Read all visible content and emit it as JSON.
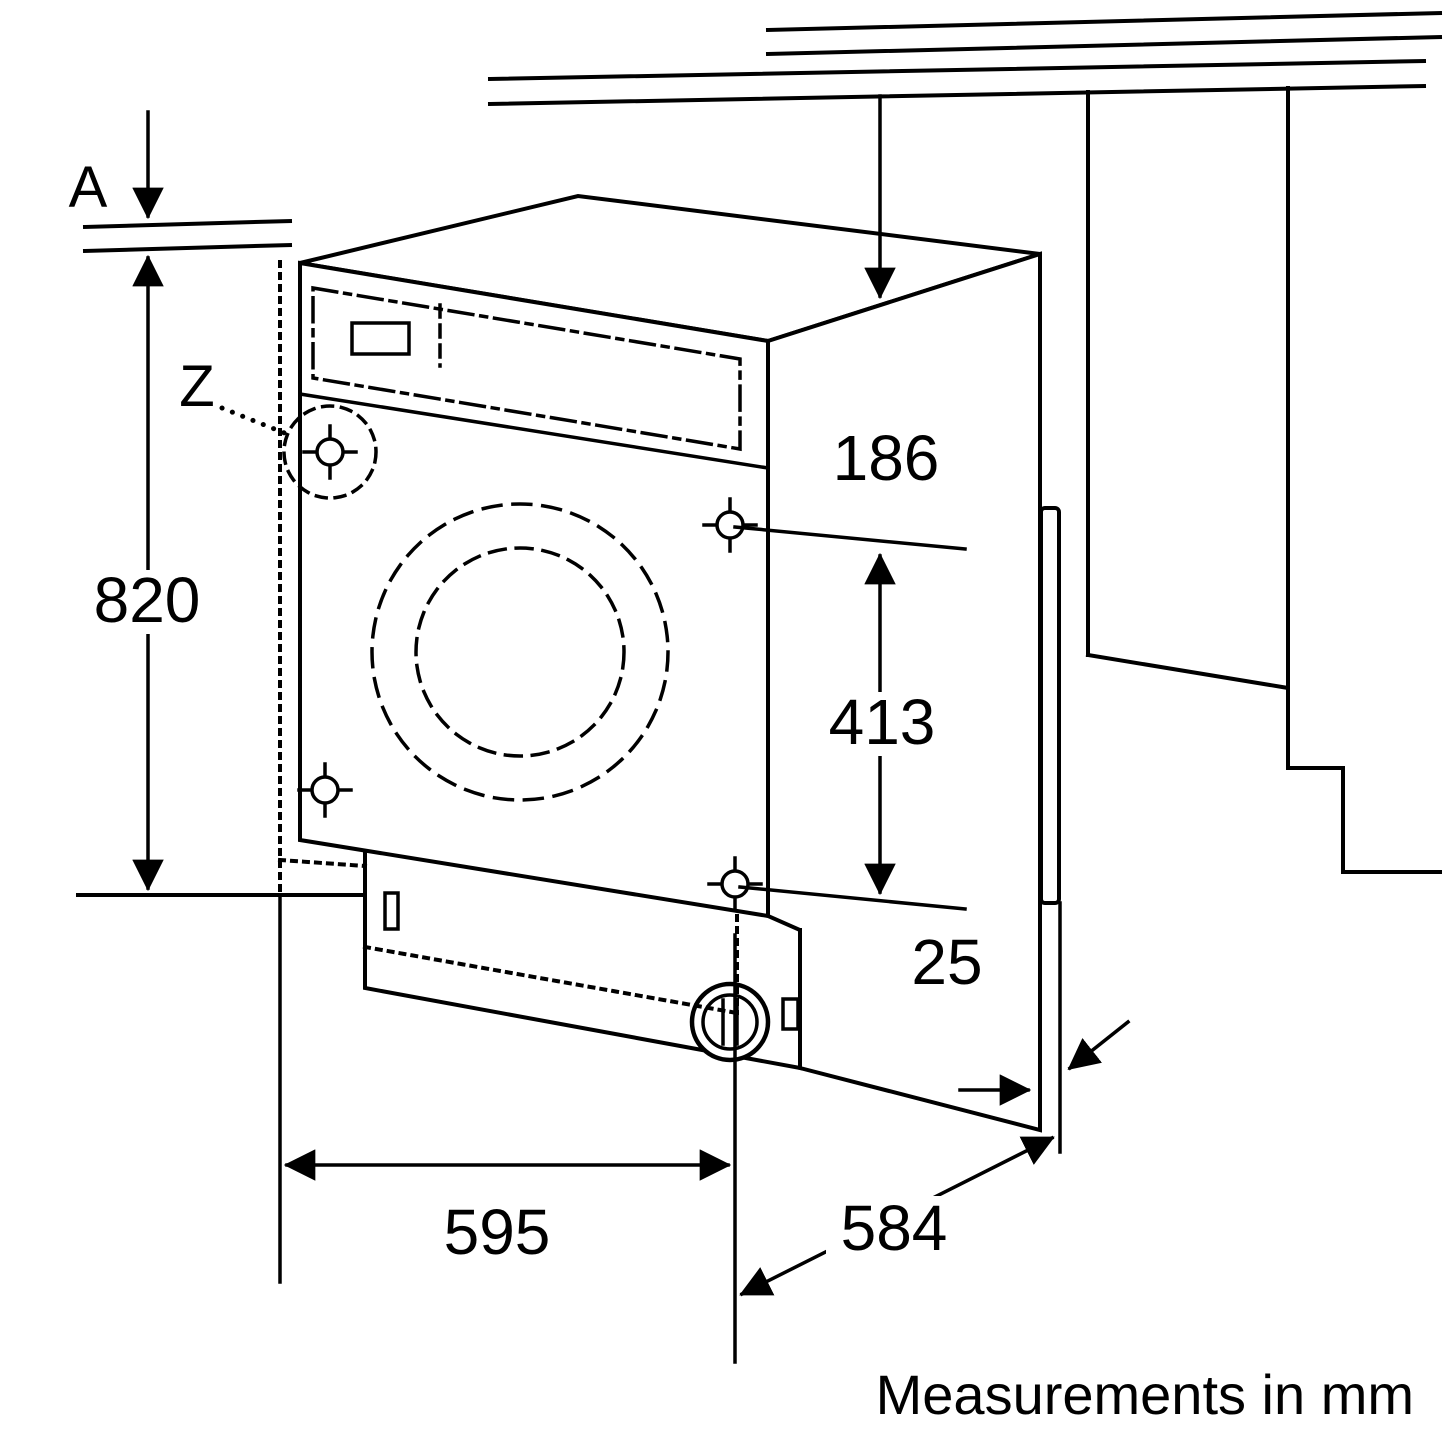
{
  "diagram": {
    "labels": {
      "a": "A",
      "z": "Z",
      "v820": "820",
      "v186": "186",
      "v413": "413",
      "v25": "25",
      "v595": "595",
      "v584": "584"
    },
    "footer": "Measurements in mm",
    "colors": {
      "line": "#000000",
      "background": "#ffffff"
    }
  }
}
